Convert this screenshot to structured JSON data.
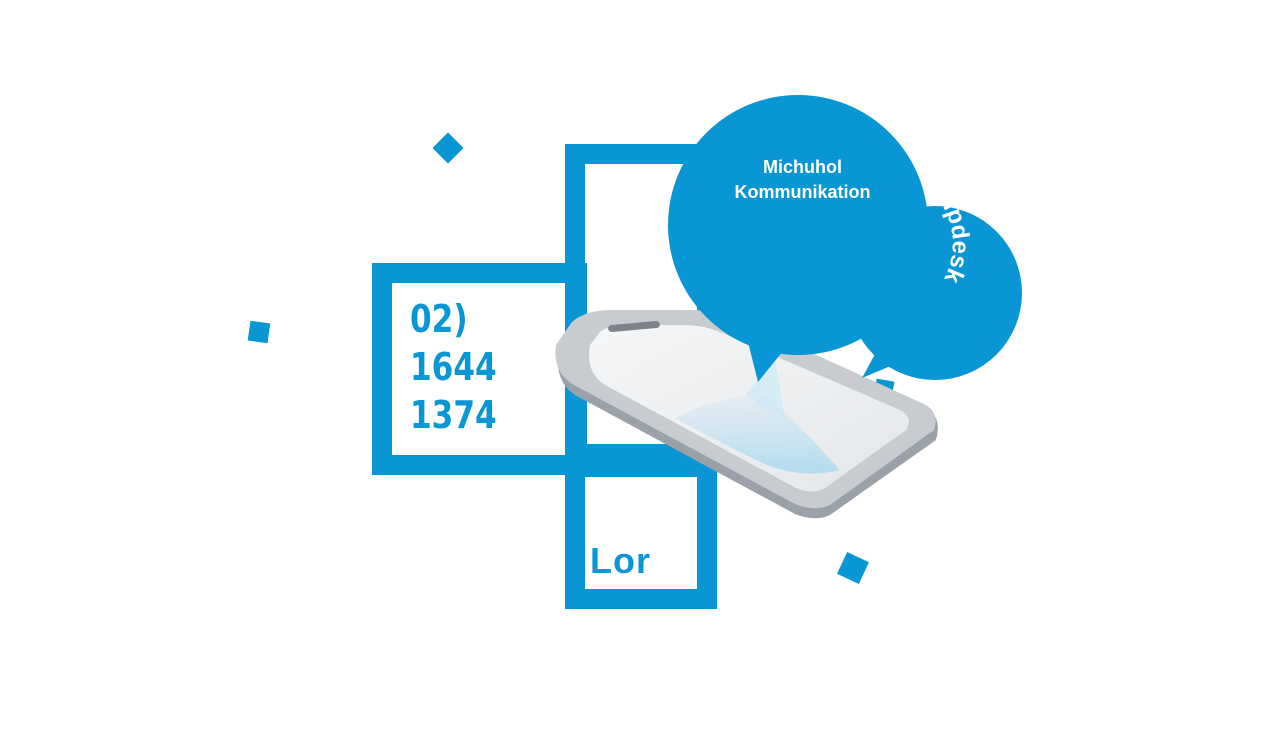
{
  "phone_lines": [
    "02)",
    "1644",
    "1374"
  ],
  "lor": "Lor",
  "bubble": {
    "line1": "Michuhol",
    "line2": "Kommunikation",
    "curved": "elpdesk"
  },
  "colors": {
    "accent": "#0996d4",
    "phone_body": "#c6cacf",
    "phone_screen": "#eef0f2"
  },
  "icons": [
    "smartphone-icon",
    "speech-bubble-icon"
  ]
}
